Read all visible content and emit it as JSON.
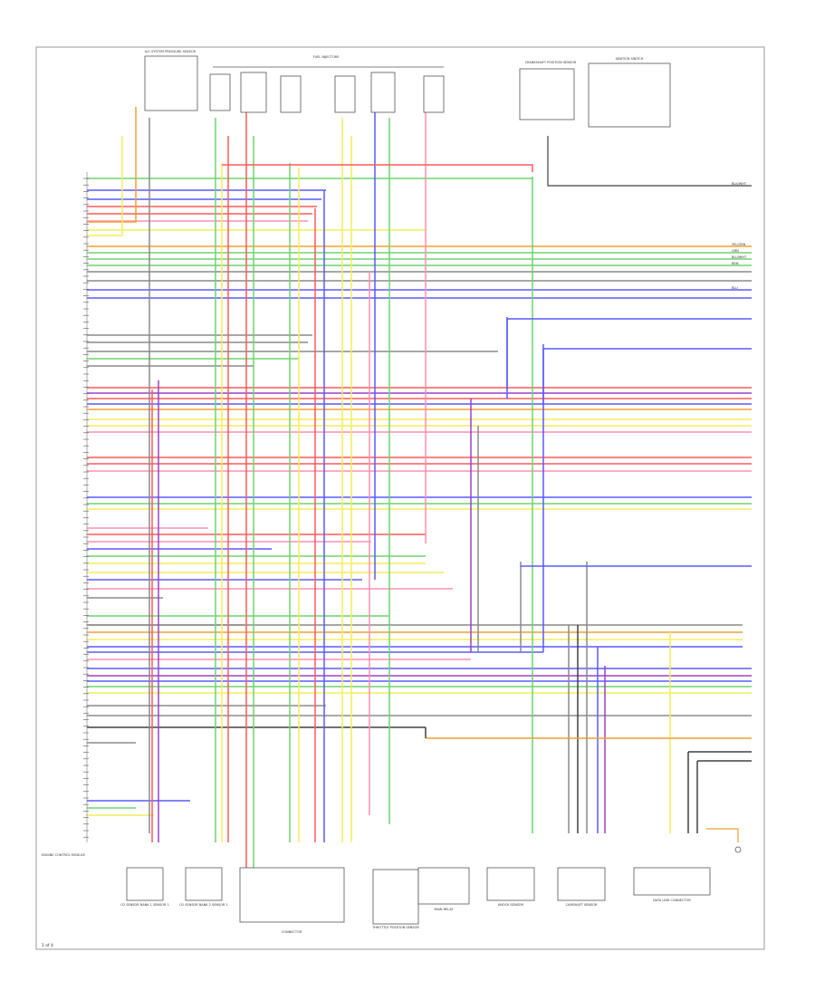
{
  "page_label": "1 of 4",
  "diagram": {
    "colors": {
      "red": "#ff5a5a",
      "blue": "#5a5aff",
      "green": "#6fd36f",
      "yellow": "#f2ee5a",
      "orange": "#f0a030",
      "purple": "#9a40c8",
      "gray": "#8a8a8a",
      "dark": "#404040",
      "pink": "#ff8fb0",
      "frame": "#9a9a9a"
    },
    "top_components": [
      {
        "id": "sensor-a",
        "label": "A/C SYSTEM PRESSURE SENSOR"
      },
      {
        "id": "injectors",
        "label": "FUEL INJECTORS"
      },
      {
        "id": "crank-sensor",
        "label": "CRANKSHAFT POSITION SENSOR"
      },
      {
        "id": "ign-switch",
        "label": "IGNITION SWITCH"
      }
    ],
    "bottom_components": [
      {
        "id": "o2-1",
        "label": "O2 SENSOR BANK 1 SENSOR 1"
      },
      {
        "id": "o2-2",
        "label": "O2 SENSOR BANK 2 SENSOR 1"
      },
      {
        "id": "conn-box",
        "label": "CONNECTOR"
      },
      {
        "id": "throttle",
        "label": "THROTTLE POSITION SENSOR"
      },
      {
        "id": "relay",
        "label": "MAIN RELAY"
      },
      {
        "id": "knock-1",
        "label": "KNOCK SENSOR"
      },
      {
        "id": "knock-2",
        "label": "CAMSHAFT SENSOR"
      },
      {
        "id": "data-link",
        "label": "DATA LINK CONNECTOR"
      }
    ],
    "ecm_label": "ENGINE CONTROL MODULE",
    "right_labels": [
      {
        "label": "BLK/WHT",
        "color": "dark"
      },
      {
        "label": "YEL/GRN",
        "color": "orange"
      },
      {
        "label": "GRN",
        "color": "green"
      },
      {
        "label": "BLU/WHT",
        "color": "green"
      },
      {
        "label": "BRN",
        "color": "green"
      },
      {
        "label": "BLU",
        "color": "blue"
      }
    ]
  }
}
